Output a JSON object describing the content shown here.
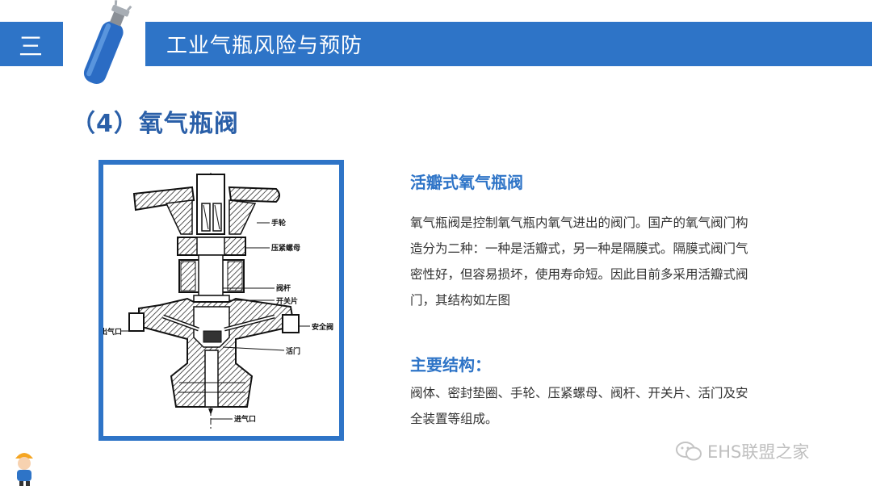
{
  "header": {
    "section_number": "三",
    "title": "工业气瓶风险与预防"
  },
  "subtitle": "（4）氧气瓶阀",
  "diagram": {
    "labels": {
      "handwheel": "手轮",
      "gland_nut": "压紧螺母",
      "valve_stem": "阀杆",
      "switch_plate": "开关片",
      "outlet": "出气口",
      "safety_valve": "安全阀",
      "valve_clack": "活门",
      "inlet": "进气口"
    }
  },
  "content": {
    "heading": "活瓣式氧气瓶阀",
    "paragraph": "氧气瓶阀是控制氧气瓶内氧气进出的阀门。国产的氧气阀门构造分为二种：一种是活瓣式，另一种是隔膜式。隔膜式阀门气密性好，但容易损坏，使用寿命短。因此目前多采用活瓣式阀门，其结构如左图",
    "structure_heading": "主要结构：",
    "structure_text": "阀体、密封垫圈、手轮、压紧螺母、阀杆、开关片、活门及安全装置等组成。"
  },
  "watermark": {
    "text": "EHS联盟之家",
    "icon": "wechat-icon"
  },
  "colors": {
    "accent": "#2e74c7",
    "subtitle": "#2a5fa8",
    "watermark": "#bfbfbf"
  }
}
